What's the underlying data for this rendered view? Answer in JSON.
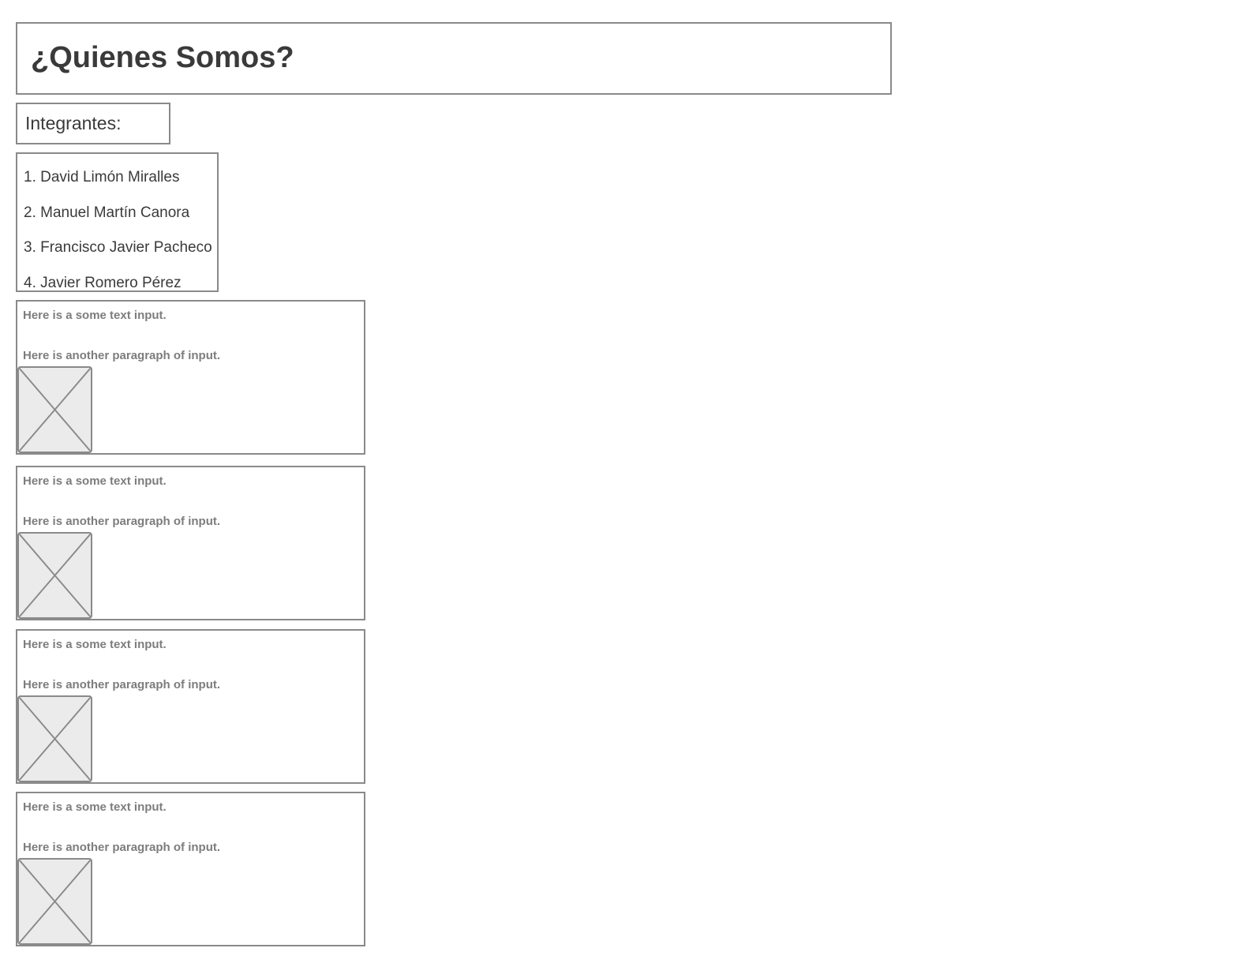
{
  "header": {
    "title": "¿Quienes Somos?"
  },
  "members": {
    "label": "Integrantes:",
    "items": [
      "1. David Limón Miralles",
      "2. Manuel Martín Canora",
      "3. Francisco Javier Pacheco",
      "4. Javier Romero Pérez"
    ]
  },
  "cards": [
    {
      "text1": "Here is a some text input.",
      "text2": "Here is another paragraph of input."
    },
    {
      "text1": "Here is a some text input.",
      "text2": "Here is another paragraph of input."
    },
    {
      "text1": "Here is a some text input.",
      "text2": "Here is another paragraph of input."
    },
    {
      "text1": "Here is a some text input.",
      "text2": "Here is another paragraph of input."
    }
  ],
  "colors": {
    "border": "#8a8a8a",
    "text": "#3a3a3a",
    "muted_text": "#7d7d7d",
    "placeholder_fill": "#ebebeb"
  }
}
